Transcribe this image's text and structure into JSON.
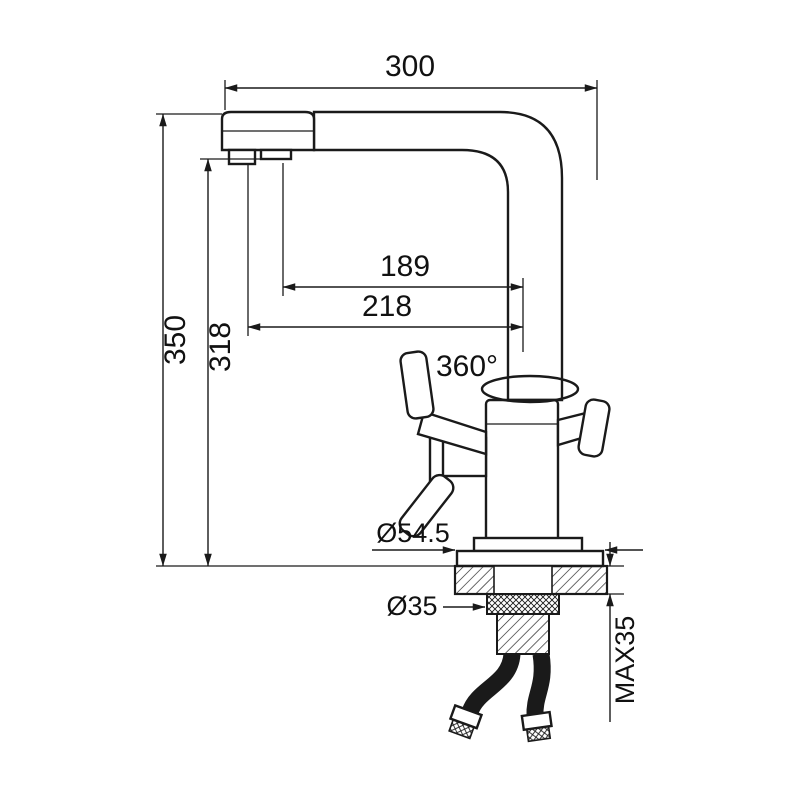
{
  "drawing": {
    "name": "kitchen-faucet-dimension-drawing",
    "labels": {
      "top_width": "300",
      "total_height": "350",
      "spout_height": "318",
      "spout_reach": "189",
      "body_reach": "218",
      "swivel": "360°",
      "flange_diameter": "Ø54.5",
      "hole_diameter": "Ø35",
      "max_counter_thickness": "MAX35"
    }
  }
}
